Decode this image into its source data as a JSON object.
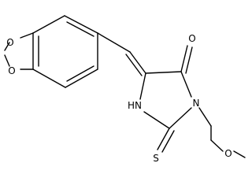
{
  "structure": {
    "atoms": {
      "o_top": "O",
      "o_bottom": "O",
      "o_carbonyl": "O",
      "nh": "HN",
      "n": "N",
      "s": "S",
      "o_ether": "O"
    },
    "colors": {
      "bond": "#000000",
      "label": "#000000",
      "background": "#ffffff"
    }
  }
}
